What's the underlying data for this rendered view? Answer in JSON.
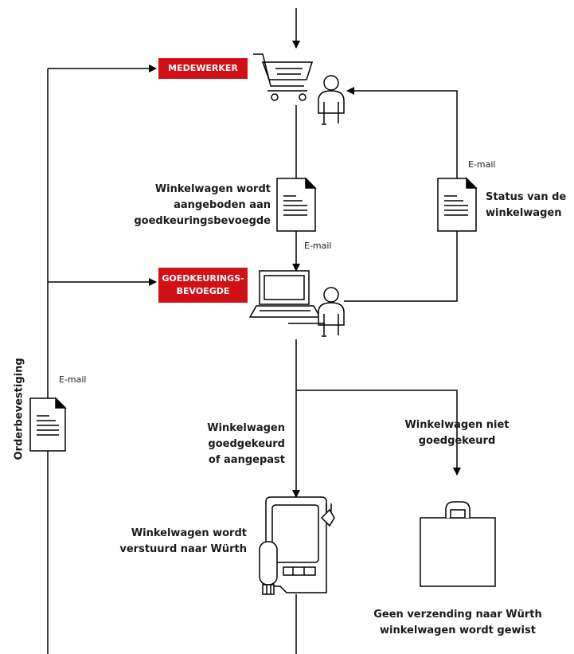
{
  "tags": {
    "medewerker": "MEDEWERKER",
    "goedkeurings_line1": "GOEDKEURINGS-",
    "goedkeurings_line2": "BEVOEGDE"
  },
  "labels": {
    "aangeboden_1": "Winkelwagen wordt",
    "aangeboden_2": "aangeboden aan",
    "aangeboden_3": "goedkeuringsbevoegde",
    "status_1": "Status van de",
    "status_2": "winkelwagen",
    "goedgekeurd_1": "Winkelwagen",
    "goedgekeurd_2": "goedgekeurd",
    "goedgekeurd_3": "of aangepast",
    "niet_1": "Winkelwagen niet",
    "niet_2": "goedgekeurd",
    "verstuurd_1": "Winkelwagen wordt",
    "verstuurd_2": "verstuurd naar Würth",
    "gewist_1": "Geen verzending naar Würth",
    "gewist_2": "winkelwagen wordt gewist",
    "orderbevestiging": "Orderbevestiging"
  },
  "email": {
    "label": "E-mail"
  },
  "icons": {
    "cart": "shopping-cart-icon",
    "person": "person-icon",
    "document": "document-icon",
    "laptop": "laptop-icon",
    "scanner": "handheld-scanner-icon",
    "bag": "shopping-bag-icon"
  },
  "colors": {
    "accent_red": "#d01015",
    "line": "#000000"
  }
}
